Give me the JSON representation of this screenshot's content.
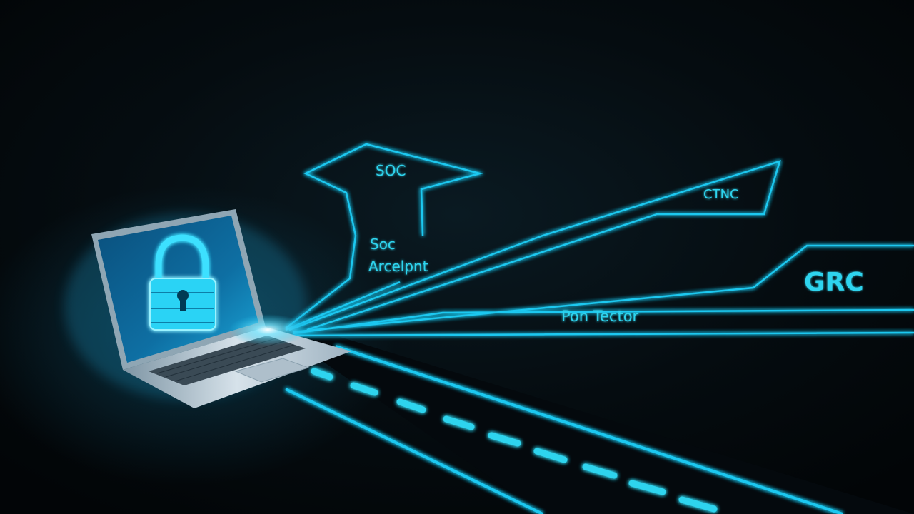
{
  "labels": {
    "soc_top": "SOC",
    "soc_analyst_line1": "Soc",
    "soc_analyst_line2": "Arcelpnt",
    "ctnc": "CTNC",
    "grc": "GRC",
    "pen_tester": "Pon Tector"
  },
  "colors": {
    "background": "#03070a",
    "glow_cyan": "#2fd4ee",
    "line_cyan": "#1ec8f0",
    "screen_blue": "#0e5a8a",
    "laptop_body": "#c9d4dc"
  },
  "icons": {
    "laptop": "laptop-icon",
    "padlock": "padlock-icon"
  }
}
